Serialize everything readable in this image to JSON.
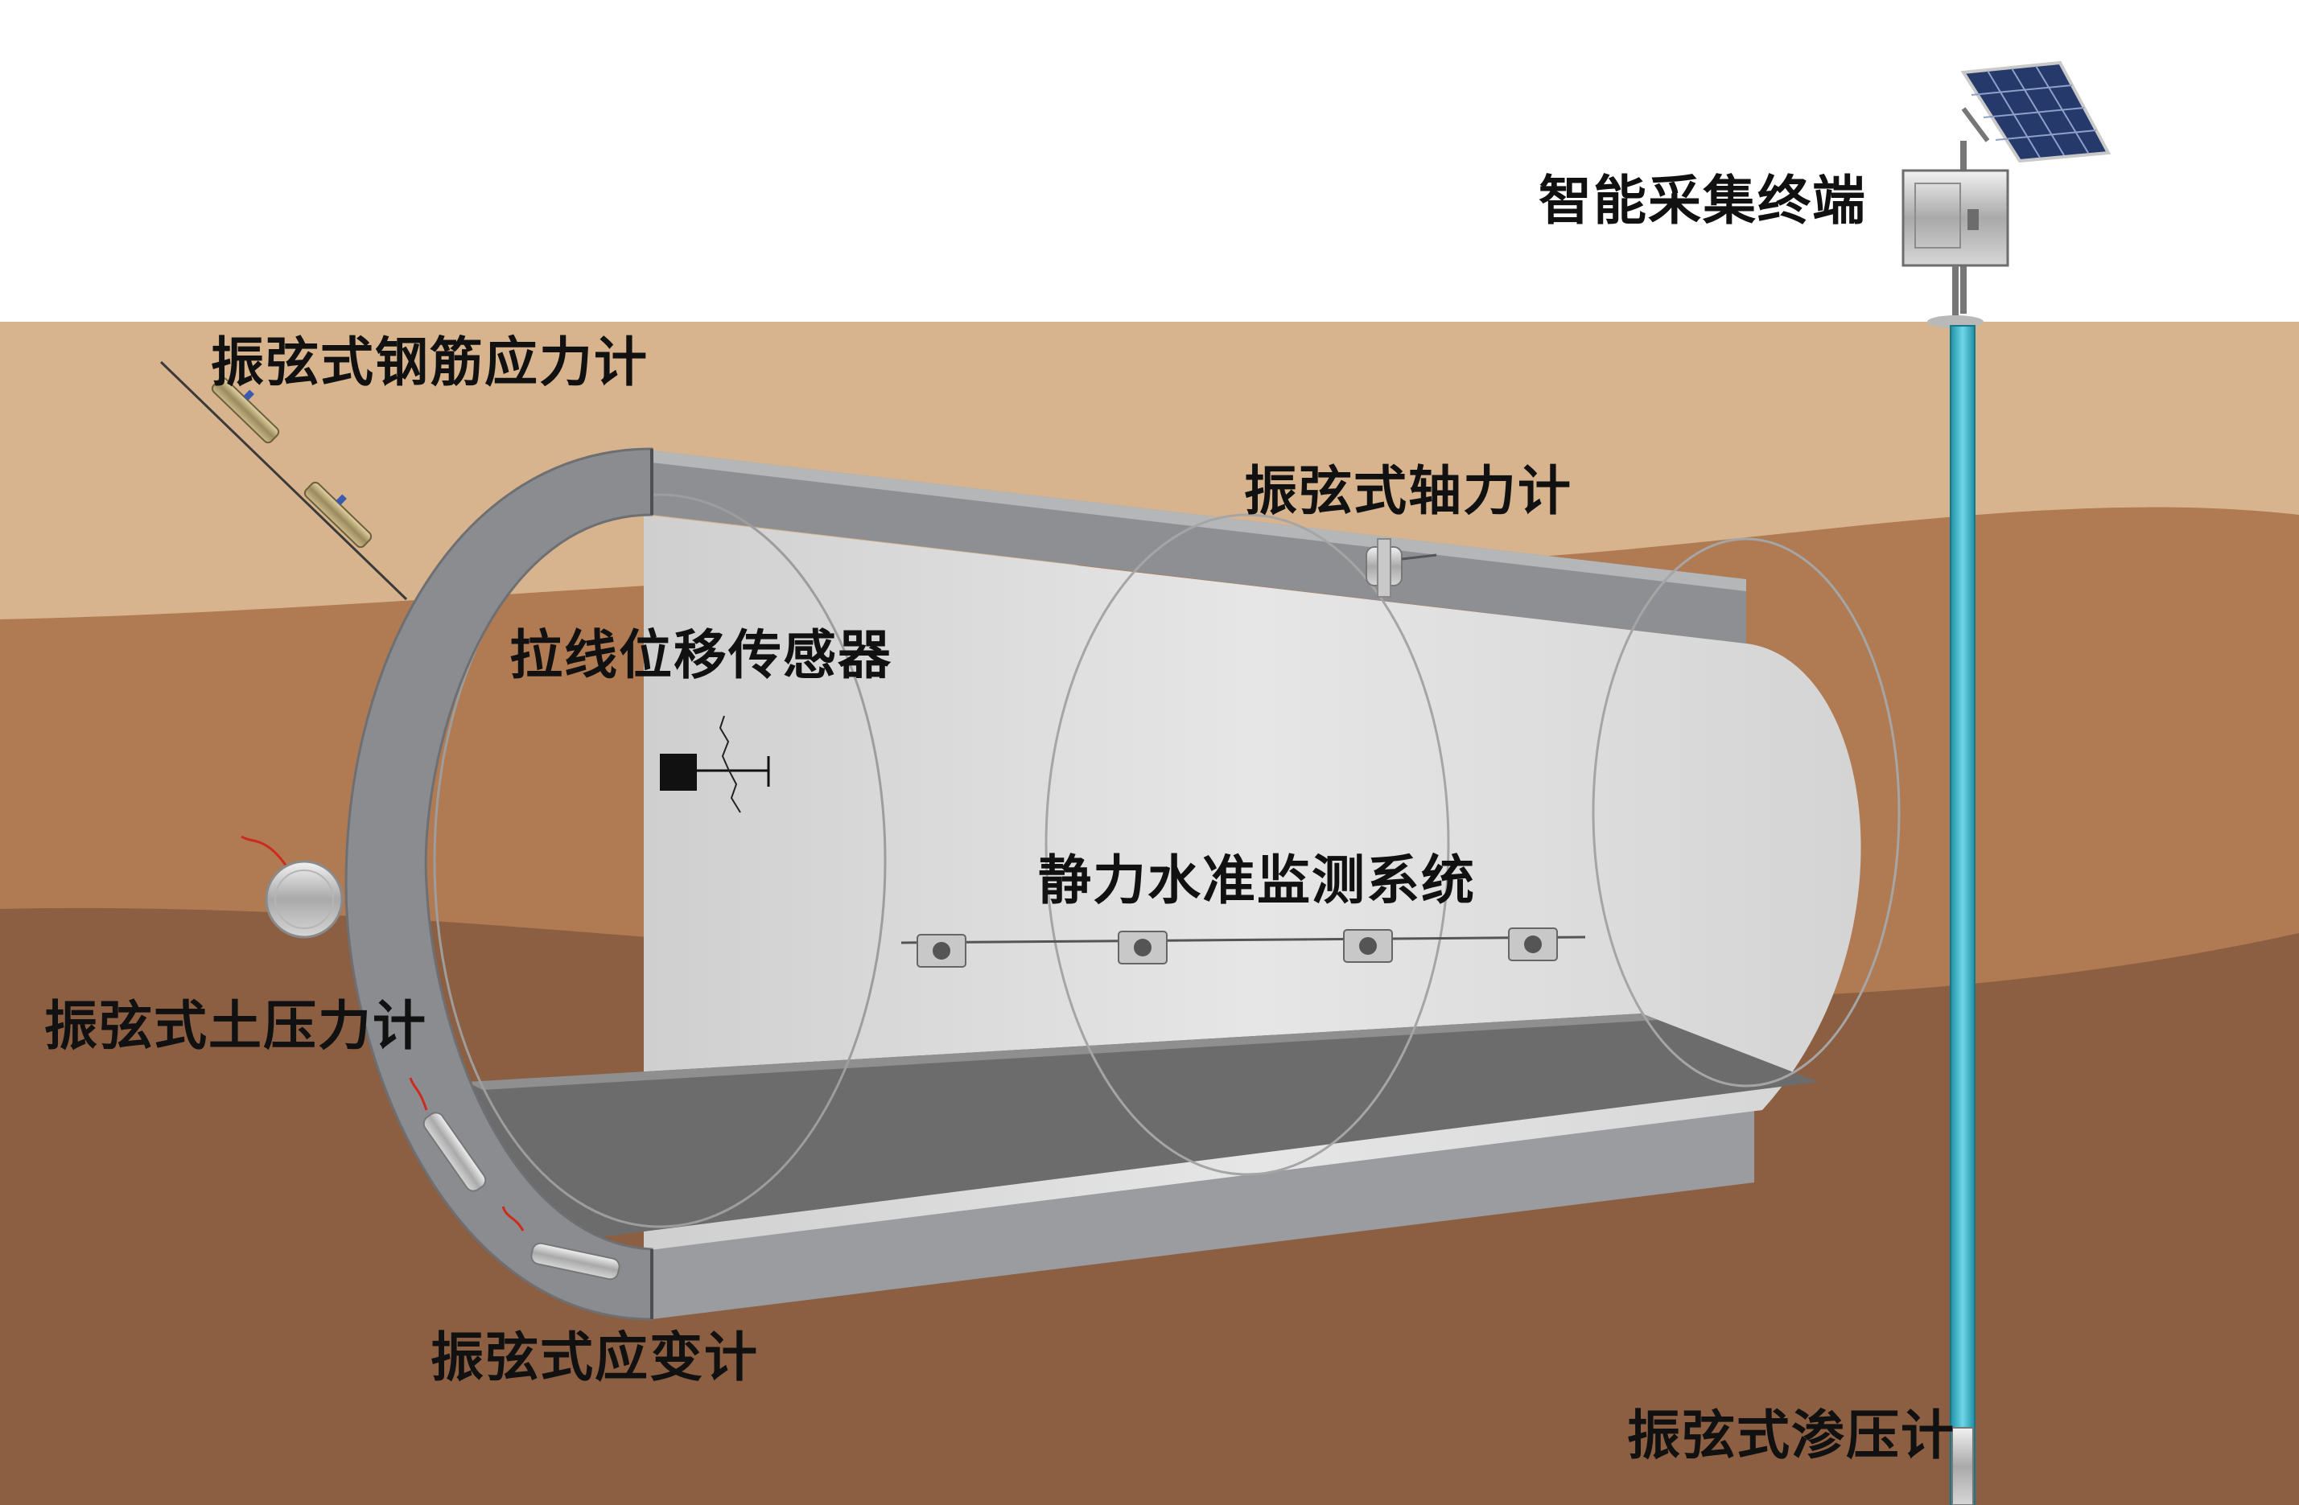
{
  "labels": {
    "terminal": "智能采集终端",
    "rebar_meter": "振弦式钢筋应力计",
    "axial_force_meter": "振弦式轴力计",
    "displacement_sensor": "拉线位移传感器",
    "static_level": "静力水准监测系统",
    "earth_pressure_cell": "振弦式土压力计",
    "strain_gauge": "振弦式应变计",
    "piezometer": "振弦式渗压计"
  },
  "colors": {
    "sky": "#ffffff",
    "sand_upper": "#d8b48e",
    "soil_middle": "#b07a52",
    "soil_lower": "#8c5f43",
    "tunnel_rim": "#8a8c8f",
    "tunnel_interior": "#dcdcdc",
    "tunnel_floor": "#6e6e6e",
    "pipe": "#2fb0c8",
    "label_text": "#111111"
  },
  "icons": [
    "solar-panel-icon",
    "collection-terminal-icon",
    "rebar-stress-meter-icon",
    "axial-force-meter-icon",
    "displacement-sensor-icon",
    "static-level-sensor-icon",
    "earth-pressure-cell-icon",
    "strain-gauge-icon",
    "piezometer-pipe-icon"
  ]
}
